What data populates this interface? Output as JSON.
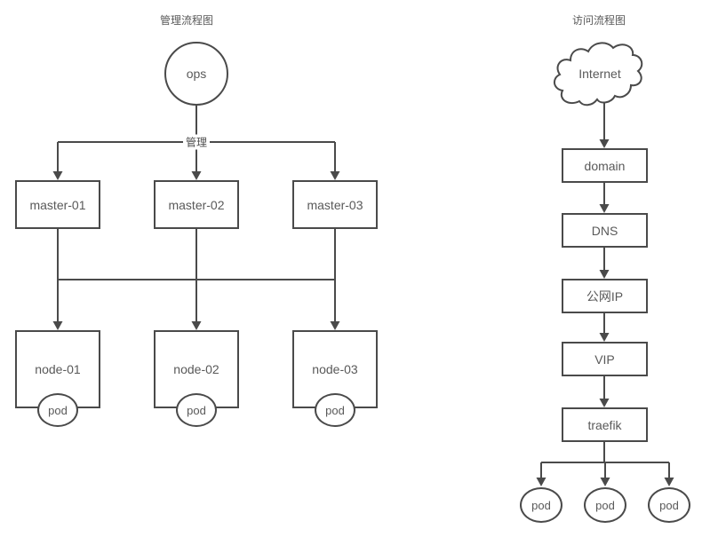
{
  "left_diagram": {
    "title": "管理流程图",
    "root_label": "ops",
    "edge_label": "管理",
    "masters": [
      "master-01",
      "master-02",
      "master-03"
    ],
    "nodes": [
      "node-01",
      "node-02",
      "node-03"
    ],
    "pods": [
      "pod",
      "pod",
      "pod"
    ]
  },
  "right_diagram": {
    "title": "访问流程图",
    "cloud_label": "Internet",
    "chain": [
      "domain",
      "DNS",
      "公网IP",
      "VIP",
      "traefik"
    ],
    "pods": [
      "pod",
      "pod",
      "pod"
    ]
  },
  "colors": {
    "stroke": "#4a4a4a",
    "text": "#595959",
    "background": "#ffffff"
  }
}
